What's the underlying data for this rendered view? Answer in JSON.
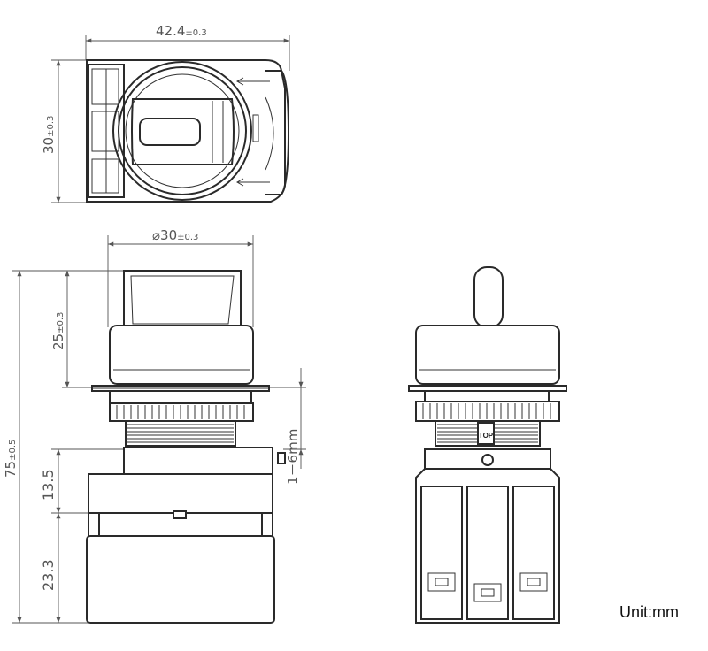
{
  "dimensions": {
    "top_width": {
      "value": "42.4",
      "tolerance": "±0.3"
    },
    "top_height": {
      "value": "30",
      "tolerance": "±0.3"
    },
    "diameter": {
      "value": "⌀30",
      "tolerance": "±0.3"
    },
    "knob_height": {
      "value": "25",
      "tolerance": "±0.3"
    },
    "total_height": {
      "value": "75",
      "tolerance": "±0.5"
    },
    "body_upper": {
      "value": "13.5"
    },
    "body_lower": {
      "value": "23.3"
    },
    "panel_thickness": {
      "value": "1－6mm"
    }
  },
  "labels": {
    "top_marking": "TOP",
    "unit": "Unit:mm"
  }
}
